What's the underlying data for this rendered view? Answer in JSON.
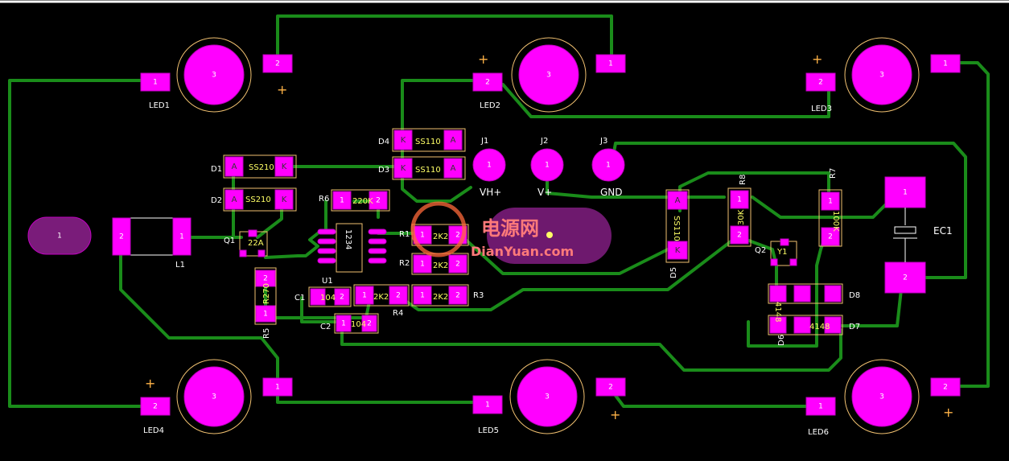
{
  "colors": {
    "background": "#000000",
    "trace": "#1a8c1a",
    "pad": "#ff00ff",
    "silkscreen": "#ffffff",
    "value_text": "#ffff66",
    "polarity": "#ffb347"
  },
  "leds": [
    {
      "id": "LED1",
      "big_pad": "3",
      "pin_a": "1",
      "pin_b": "2",
      "plus": "+"
    },
    {
      "id": "LED2",
      "big_pad": "3",
      "pin_a": "2",
      "pin_b": "1",
      "plus": "+"
    },
    {
      "id": "LED3",
      "big_pad": "3",
      "pin_a": "2",
      "pin_b": "1",
      "plus": "+"
    },
    {
      "id": "LED4",
      "big_pad": "3",
      "pin_a": "2",
      "pin_b": "1",
      "plus": "+"
    },
    {
      "id": "LED5",
      "big_pad": "3",
      "pin_a": "1",
      "pin_b": "2",
      "plus": ""
    },
    {
      "id": "LED6",
      "big_pad": "3",
      "pin_a": "1",
      "pin_b": "2",
      "plus": "+"
    }
  ],
  "connectors": [
    {
      "id": "J1",
      "pin": "1",
      "net": "VH+"
    },
    {
      "id": "J2",
      "pin": "1",
      "net": "V+"
    },
    {
      "id": "J3",
      "pin": "1",
      "net": "GND"
    }
  ],
  "diodes": [
    {
      "id": "D1",
      "value": "SS210",
      "pin_a": "A",
      "pin_k": "K"
    },
    {
      "id": "D2",
      "value": "SS210",
      "pin_a": "A",
      "pin_k": "K"
    },
    {
      "id": "D3",
      "value": "SS110",
      "pin_a": "A",
      "pin_k": "K"
    },
    {
      "id": "D4",
      "value": "SS110",
      "pin_a": "A",
      "pin_k": "K"
    },
    {
      "id": "D5",
      "value": "SS110",
      "pin_a": "A",
      "pin_k": "K"
    },
    {
      "id": "D6",
      "value": "4148"
    },
    {
      "id": "D7",
      "value": "4148"
    },
    {
      "id": "D8",
      "value": ""
    }
  ],
  "resistors": [
    {
      "id": "R1",
      "value": "2K2"
    },
    {
      "id": "R2",
      "value": "2K2"
    },
    {
      "id": "R3",
      "value": "2K2"
    },
    {
      "id": "R4",
      "value": "2K2"
    },
    {
      "id": "R5",
      "value": "R270"
    },
    {
      "id": "R6",
      "value": "220K"
    },
    {
      "id": "R7",
      "value": "100K"
    },
    {
      "id": "R8",
      "value": "30K"
    }
  ],
  "capacitors": [
    {
      "id": "C1",
      "value": "104"
    },
    {
      "id": "C2",
      "value": "104"
    },
    {
      "id": "EC1",
      "value": ""
    }
  ],
  "others": {
    "l1": {
      "id": "L1",
      "pin1": "1",
      "pin2": "2"
    },
    "q1": {
      "id": "Q1",
      "value": "22A"
    },
    "q2": {
      "id": "Q2",
      "value": "Y1"
    },
    "u1": {
      "id": "U1",
      "value": "1234"
    },
    "oval_pad": "1",
    "pin_1": "1",
    "pin_2": "2",
    "pin_3": "3"
  },
  "watermark": {
    "cn": "电源网",
    "en": "DianYuan.com"
  }
}
